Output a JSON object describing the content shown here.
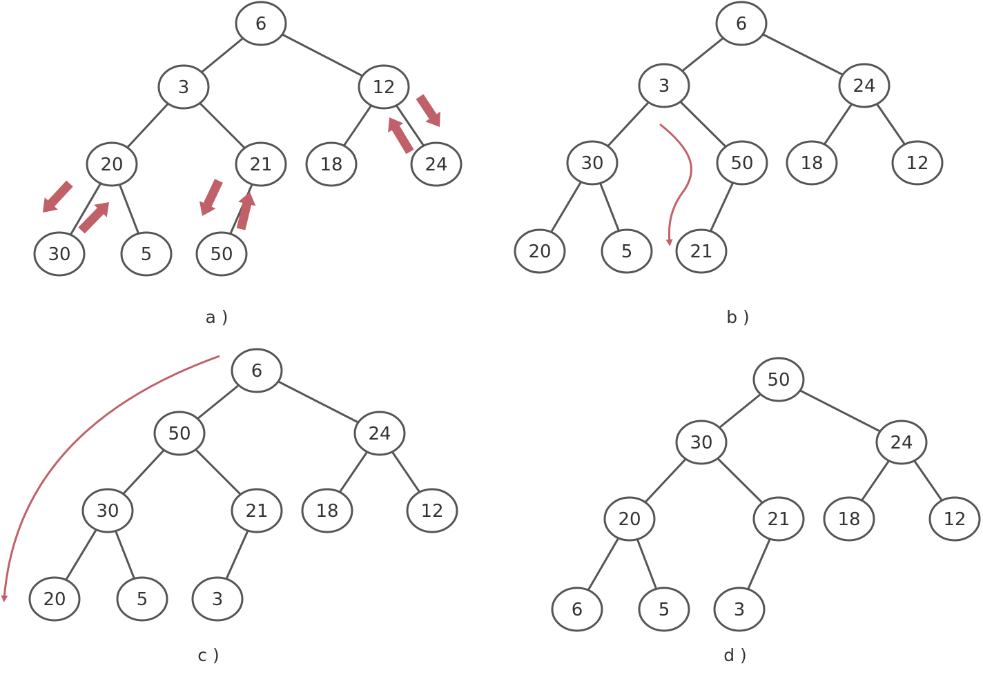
{
  "colors": {
    "node_stroke": "#555555",
    "edge": "#555555",
    "text": "#333333",
    "arrow": "#c0616a"
  },
  "panels": [
    {
      "caption": "a )",
      "nodes": [
        {
          "id": "a-6",
          "label": "6"
        },
        {
          "id": "a-3",
          "label": "3"
        },
        {
          "id": "a-12",
          "label": "12"
        },
        {
          "id": "a-20",
          "label": "20"
        },
        {
          "id": "a-21",
          "label": "21"
        },
        {
          "id": "a-18",
          "label": "18"
        },
        {
          "id": "a-24",
          "label": "24"
        },
        {
          "id": "a-30",
          "label": "30"
        },
        {
          "id": "a-5",
          "label": "5"
        },
        {
          "id": "a-50",
          "label": "50"
        }
      ],
      "edges": [
        [
          "a-6",
          "a-3"
        ],
        [
          "a-6",
          "a-12"
        ],
        [
          "a-3",
          "a-20"
        ],
        [
          "a-3",
          "a-21"
        ],
        [
          "a-12",
          "a-18"
        ],
        [
          "a-12",
          "a-24"
        ],
        [
          "a-20",
          "a-30"
        ],
        [
          "a-20",
          "a-5"
        ],
        [
          "a-21",
          "a-50"
        ]
      ],
      "swap_pairs": [
        [
          "a-20",
          "a-30"
        ],
        [
          "a-21",
          "a-50"
        ],
        [
          "a-12",
          "a-24"
        ]
      ]
    },
    {
      "caption": "b )",
      "nodes": [
        {
          "id": "b-6",
          "label": "6"
        },
        {
          "id": "b-3",
          "label": "3"
        },
        {
          "id": "b-24",
          "label": "24"
        },
        {
          "id": "b-30",
          "label": "30"
        },
        {
          "id": "b-50",
          "label": "50"
        },
        {
          "id": "b-18",
          "label": "18"
        },
        {
          "id": "b-12",
          "label": "12"
        },
        {
          "id": "b-20",
          "label": "20"
        },
        {
          "id": "b-5",
          "label": "5"
        },
        {
          "id": "b-21",
          "label": "21"
        }
      ],
      "edges": [
        [
          "b-6",
          "b-3"
        ],
        [
          "b-6",
          "b-24"
        ],
        [
          "b-3",
          "b-30"
        ],
        [
          "b-3",
          "b-50"
        ],
        [
          "b-24",
          "b-18"
        ],
        [
          "b-24",
          "b-12"
        ],
        [
          "b-30",
          "b-20"
        ],
        [
          "b-30",
          "b-5"
        ],
        [
          "b-50",
          "b-21"
        ]
      ],
      "sift_path": "3 → 21"
    },
    {
      "caption": "c )",
      "nodes": [
        {
          "id": "c-6",
          "label": "6"
        },
        {
          "id": "c-50",
          "label": "50"
        },
        {
          "id": "c-24",
          "label": "24"
        },
        {
          "id": "c-30",
          "label": "30"
        },
        {
          "id": "c-21",
          "label": "21"
        },
        {
          "id": "c-18",
          "label": "18"
        },
        {
          "id": "c-12",
          "label": "12"
        },
        {
          "id": "c-20",
          "label": "20"
        },
        {
          "id": "c-5",
          "label": "5"
        },
        {
          "id": "c-3",
          "label": "3"
        }
      ],
      "edges": [
        [
          "c-6",
          "c-50"
        ],
        [
          "c-6",
          "c-24"
        ],
        [
          "c-50",
          "c-30"
        ],
        [
          "c-50",
          "c-21"
        ],
        [
          "c-24",
          "c-18"
        ],
        [
          "c-24",
          "c-12"
        ],
        [
          "c-30",
          "c-20"
        ],
        [
          "c-30",
          "c-5"
        ],
        [
          "c-21",
          "c-3"
        ]
      ],
      "sift_path": "6 → 20"
    },
    {
      "caption": "d )",
      "nodes": [
        {
          "id": "d-50",
          "label": "50"
        },
        {
          "id": "d-30",
          "label": "30"
        },
        {
          "id": "d-24",
          "label": "24"
        },
        {
          "id": "d-20",
          "label": "20"
        },
        {
          "id": "d-21",
          "label": "21"
        },
        {
          "id": "d-18",
          "label": "18"
        },
        {
          "id": "d-12",
          "label": "12"
        },
        {
          "id": "d-6",
          "label": "6"
        },
        {
          "id": "d-5",
          "label": "5"
        },
        {
          "id": "d-3",
          "label": "3"
        }
      ],
      "edges": [
        [
          "d-50",
          "d-30"
        ],
        [
          "d-50",
          "d-24"
        ],
        [
          "d-30",
          "d-20"
        ],
        [
          "d-30",
          "d-21"
        ],
        [
          "d-24",
          "d-18"
        ],
        [
          "d-24",
          "d-12"
        ],
        [
          "d-20",
          "d-6"
        ],
        [
          "d-20",
          "d-5"
        ],
        [
          "d-21",
          "d-3"
        ]
      ]
    }
  ]
}
